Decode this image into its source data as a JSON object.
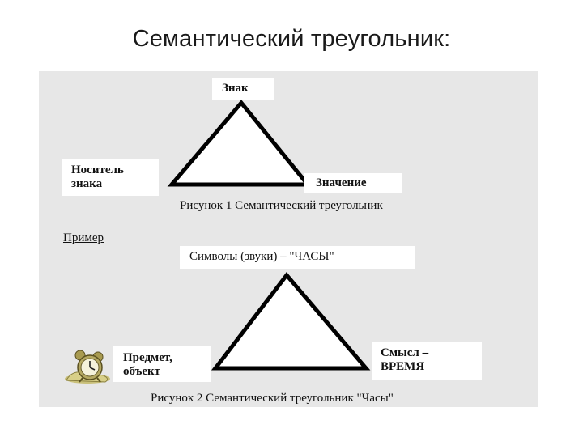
{
  "title": "Семантический треугольник:",
  "figure1": {
    "top": "Знак",
    "left": "Носитель\nзнака",
    "right": "Значение",
    "caption": "Рисунок 1 Семантический треугольник"
  },
  "example_label": "Пример",
  "figure2": {
    "top": "Символы (звуки) – \"ЧАСЫ\"",
    "left": "Предмет,\nобъект",
    "right": "Смысл –\nВРЕМЯ",
    "caption": "Рисунок 2 Семантический треугольник \"Часы\"",
    "image_icon": "alarm-clock-icon"
  }
}
